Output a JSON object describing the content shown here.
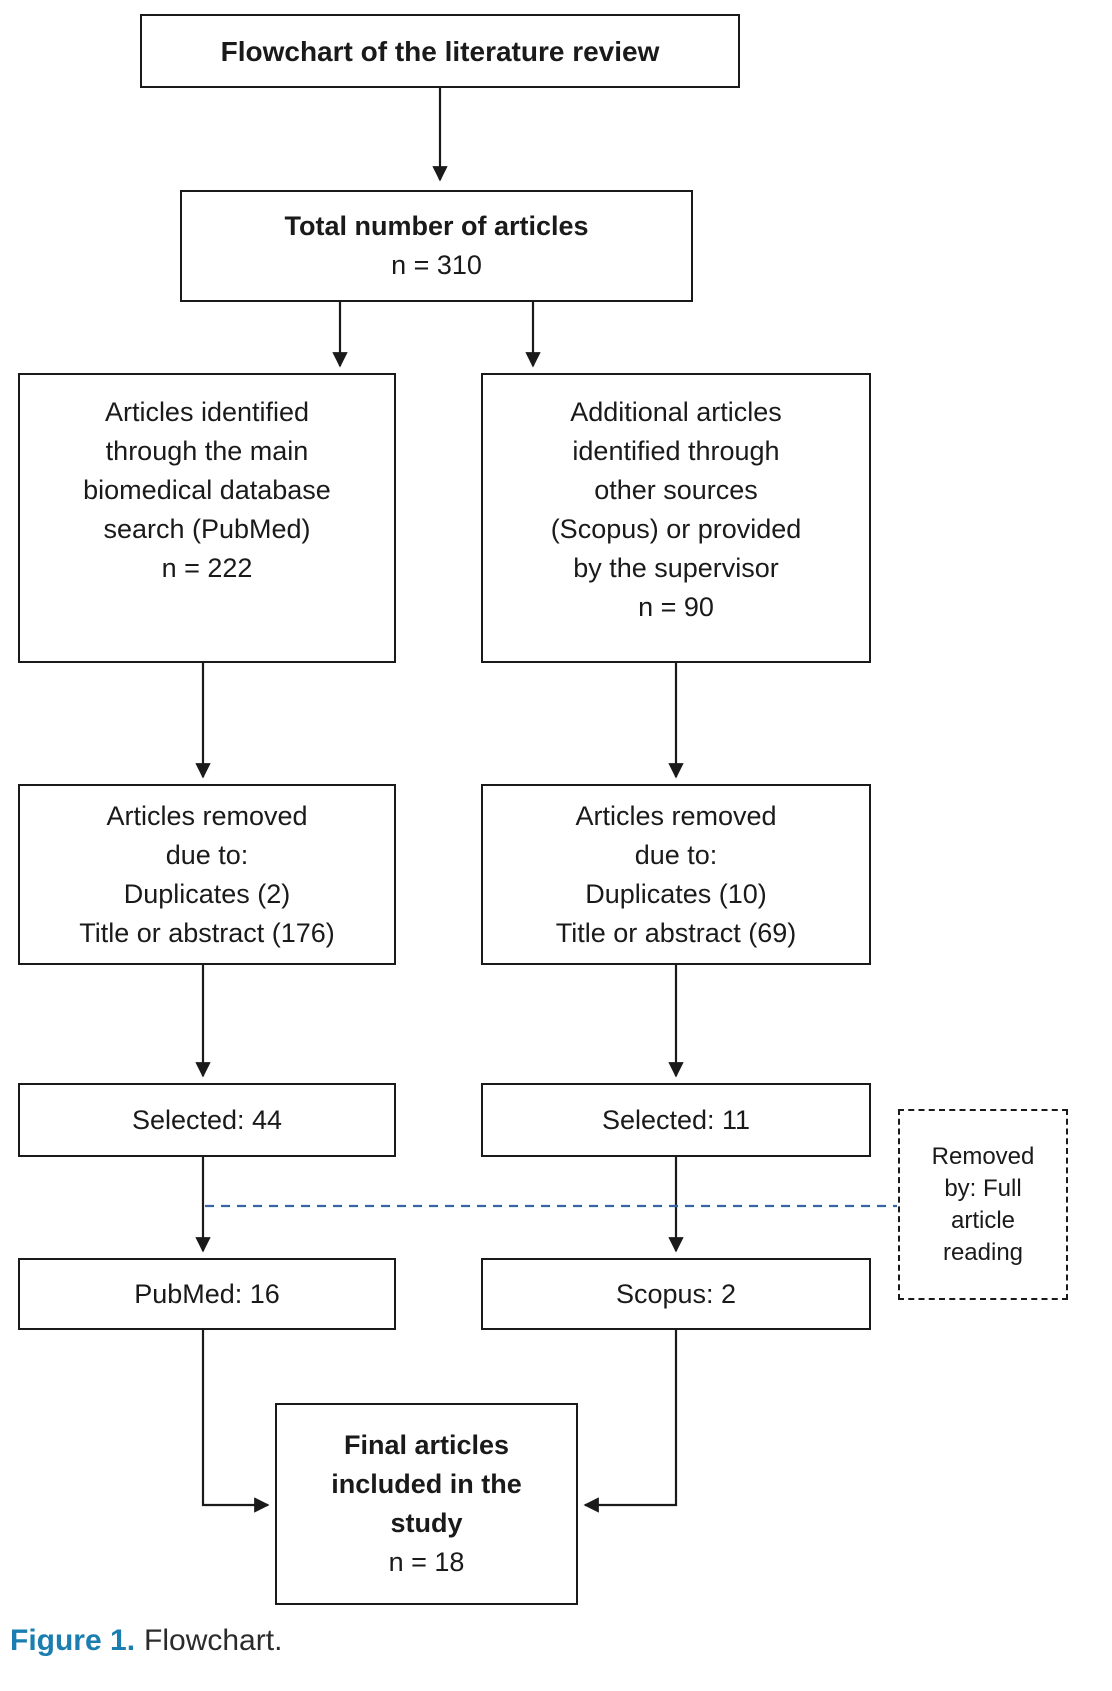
{
  "figure": {
    "title_box": "Flowchart of the literature review",
    "nodes": {
      "total": {
        "title": "Total number of articles",
        "count": "n = 310"
      },
      "pubmed_identified": {
        "text": "Articles identified\nthrough the main\nbiomedical database\nsearch (PubMed)\nn = 222"
      },
      "scopus_identified": {
        "text": "Additional articles\nidentified through\nother sources\n(Scopus) or provided\nby the supervisor\nn = 90"
      },
      "pubmed_removed": {
        "text": "Articles removed\ndue to:\nDuplicates (2)\nTitle or abstract (176)"
      },
      "scopus_removed": {
        "text": "Articles removed\ndue to:\nDuplicates (10)\nTitle or abstract (69)"
      },
      "pubmed_selected": {
        "text": "Selected: 44"
      },
      "scopus_selected": {
        "text": "Selected: 11"
      },
      "pubmed_full_text": {
        "text": "PubMed: 16"
      },
      "scopus_full_text": {
        "text": "Scopus: 2"
      },
      "final": {
        "title": "Final articles\nincluded in the\nstudy",
        "count": "n = 18"
      },
      "removed_note": {
        "text": "Removed\nby: Full\narticle\nreading"
      }
    },
    "colors": {
      "box_border": "#1a1a1a",
      "text": "#1a1a1a",
      "connector": "#1a1a1a",
      "dashed_connector_blue": "#3465a4",
      "caption_label_blue": "#1b7eb0"
    }
  },
  "caption": {
    "label": "Figure 1.",
    "text": "Flowchart."
  }
}
